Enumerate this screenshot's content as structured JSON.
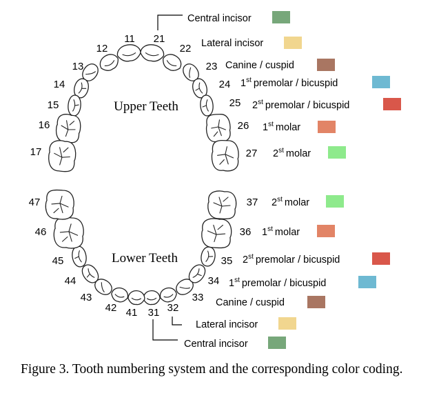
{
  "jaws": {
    "upper": "Upper Teeth",
    "lower": "Lower Teeth"
  },
  "teeth": [
    {
      "id": "11",
      "type": "central",
      "jaw": "upper"
    },
    {
      "id": "12",
      "type": "lateral",
      "jaw": "upper"
    },
    {
      "id": "13",
      "type": "canine",
      "jaw": "upper"
    },
    {
      "id": "14",
      "type": "premolar1",
      "jaw": "upper"
    },
    {
      "id": "15",
      "type": "premolar2",
      "jaw": "upper"
    },
    {
      "id": "16",
      "type": "molar1",
      "jaw": "upper"
    },
    {
      "id": "17",
      "type": "molar2",
      "jaw": "upper"
    },
    {
      "id": "21",
      "type": "central",
      "jaw": "upper"
    },
    {
      "id": "22",
      "type": "lateral",
      "jaw": "upper"
    },
    {
      "id": "23",
      "type": "canine",
      "jaw": "upper"
    },
    {
      "id": "24",
      "type": "premolar1",
      "jaw": "upper"
    },
    {
      "id": "25",
      "type": "premolar2",
      "jaw": "upper"
    },
    {
      "id": "26",
      "type": "molar1",
      "jaw": "upper"
    },
    {
      "id": "27",
      "type": "molar2",
      "jaw": "upper"
    },
    {
      "id": "31",
      "type": "central",
      "jaw": "lower"
    },
    {
      "id": "32",
      "type": "lateral",
      "jaw": "lower"
    },
    {
      "id": "33",
      "type": "canine",
      "jaw": "lower"
    },
    {
      "id": "34",
      "type": "premolar1",
      "jaw": "lower"
    },
    {
      "id": "35",
      "type": "premolar2",
      "jaw": "lower"
    },
    {
      "id": "36",
      "type": "molar1",
      "jaw": "lower"
    },
    {
      "id": "37",
      "type": "molar2",
      "jaw": "lower"
    },
    {
      "id": "41",
      "type": "central",
      "jaw": "lower"
    },
    {
      "id": "42",
      "type": "lateral",
      "jaw": "lower"
    },
    {
      "id": "43",
      "type": "canine",
      "jaw": "lower"
    },
    {
      "id": "44",
      "type": "premolar1",
      "jaw": "lower"
    },
    {
      "id": "45",
      "type": "premolar2",
      "jaw": "lower"
    },
    {
      "id": "46",
      "type": "molar1",
      "jaw": "lower"
    },
    {
      "id": "47",
      "type": "molar2",
      "jaw": "lower"
    }
  ],
  "legend": {
    "upper": [
      {
        "type": "central",
        "label": "Central incisor",
        "color": "#77a77a"
      },
      {
        "type": "lateral",
        "label": "Lateral incisor",
        "color": "#f1d68f"
      },
      {
        "type": "canine",
        "label": "Canine / cuspid",
        "color": "#a97662"
      },
      {
        "type": "premolar1",
        "ordinal": "1",
        "sup": "st",
        "label": "premolar / bicuspid",
        "color": "#6eb9d2"
      },
      {
        "type": "premolar2",
        "ordinal": "2",
        "sup": "st",
        "label": "premolar / bicuspid",
        "color": "#d9574a"
      },
      {
        "type": "molar1",
        "ordinal": "1",
        "sup": "st",
        "label": "molar",
        "color": "#e28466"
      },
      {
        "type": "molar2",
        "ordinal": "2",
        "sup": "st",
        "label": "molar",
        "color": "#8eea8c"
      }
    ],
    "lower": [
      {
        "type": "molar2",
        "ordinal": "2",
        "sup": "st",
        "label": "molar",
        "color": "#8eea8c"
      },
      {
        "type": "molar1",
        "ordinal": "1",
        "sup": "st",
        "label": "molar",
        "color": "#e28466"
      },
      {
        "type": "premolar2",
        "ordinal": "2",
        "sup": "st",
        "label": "premolar / bicuspid",
        "color": "#d9574a"
      },
      {
        "type": "premolar1",
        "ordinal": "1",
        "sup": "st",
        "label": "premolar / bicuspid",
        "color": "#6eb9d2"
      },
      {
        "type": "canine",
        "label": "Canine / cuspid",
        "color": "#a97662"
      },
      {
        "type": "lateral",
        "label": "Lateral incisor",
        "color": "#f1d68f"
      },
      {
        "type": "central",
        "label": "Central incisor",
        "color": "#77a77a"
      }
    ]
  },
  "caption": "Figure 3. Tooth numbering system and the corresponding color coding."
}
